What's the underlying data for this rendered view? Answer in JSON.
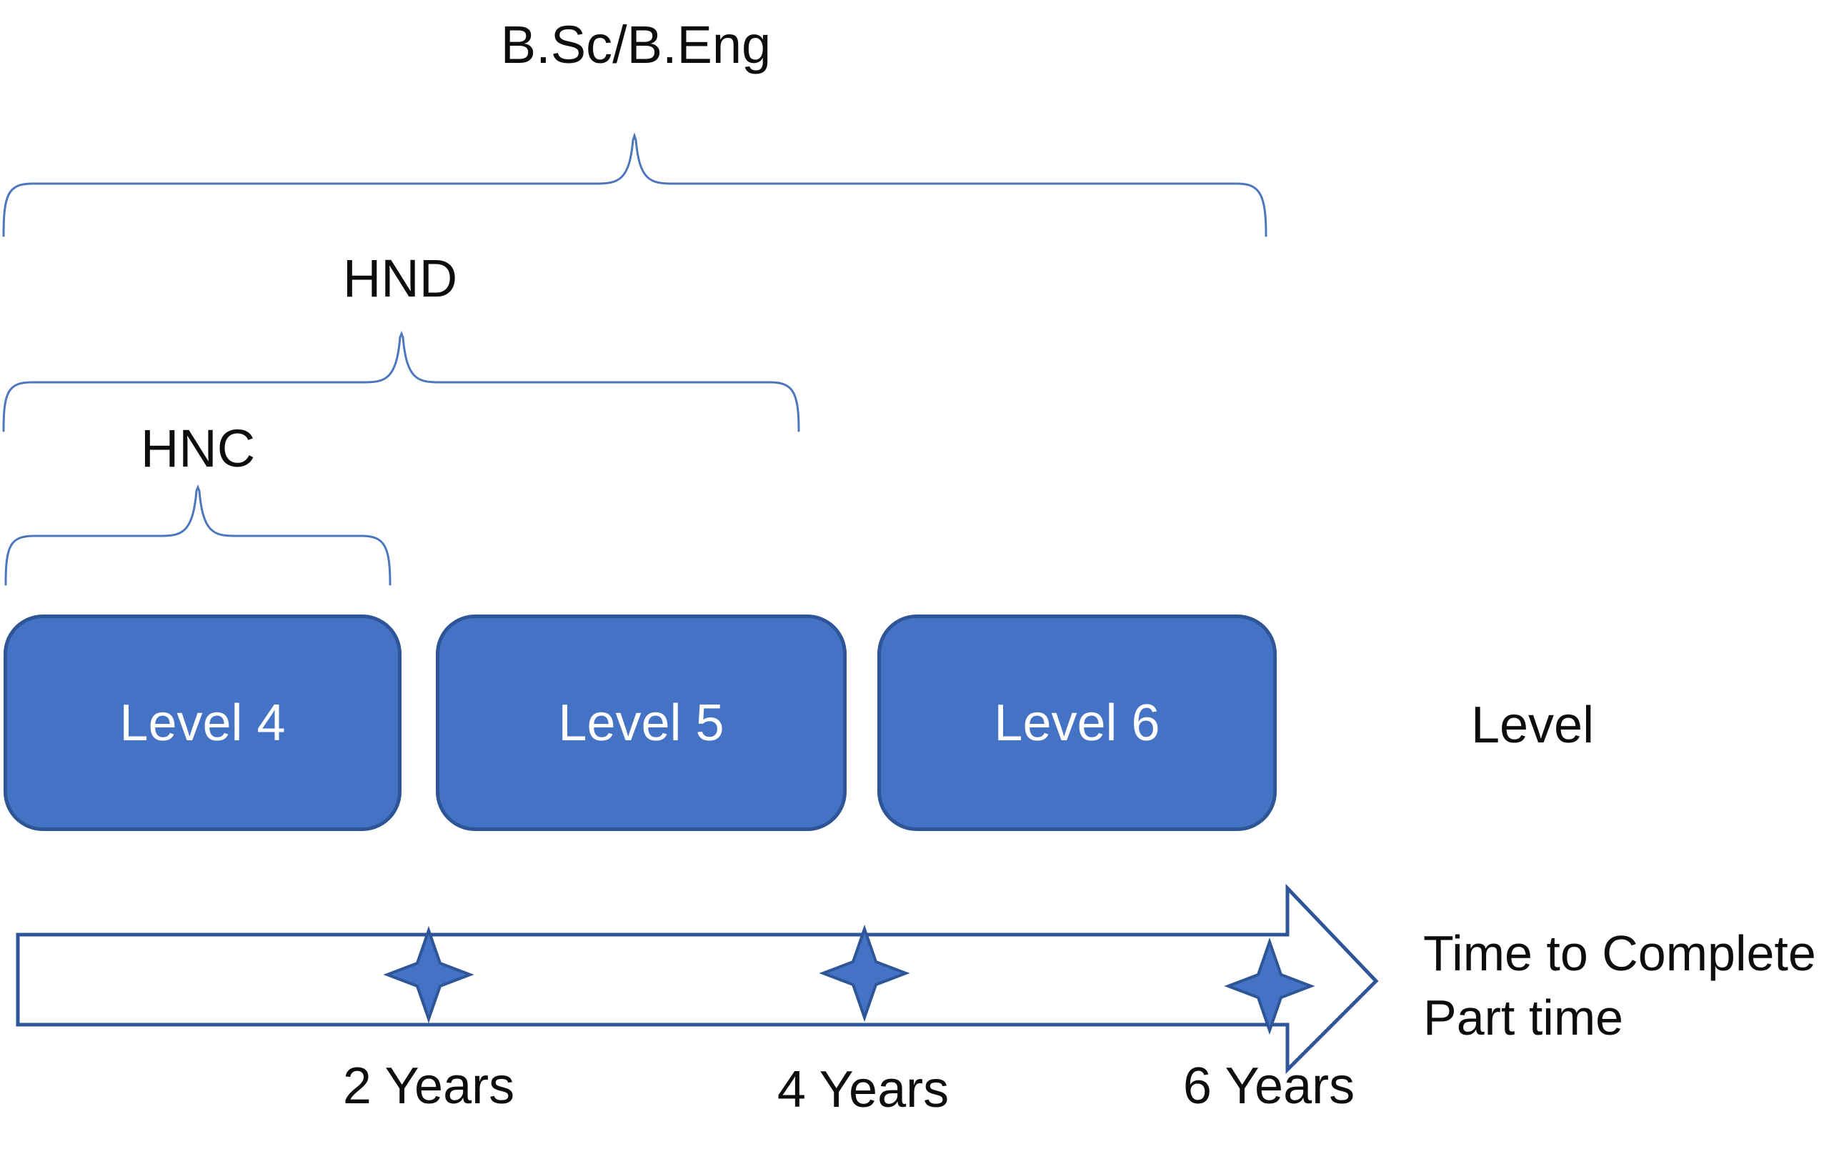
{
  "braces": {
    "bsc_label": "B.Sc/B.Eng",
    "hnd_label": "HND",
    "hnc_label": "HNC"
  },
  "levels": [
    {
      "label": "Level 4"
    },
    {
      "label": "Level 5"
    },
    {
      "label": "Level 6"
    }
  ],
  "axis_label": "Level",
  "timeline": {
    "milestones": [
      {
        "label": "2 Years"
      },
      {
        "label": "4 Years"
      },
      {
        "label": "6 Years"
      }
    ],
    "caption_line1": "Time to Complete",
    "caption_line2": "Part time"
  },
  "colors": {
    "box_fill": "#4472C4",
    "box_border": "#2E5597",
    "brace_stroke": "#4d77bd",
    "arrow_border": "#2E5597",
    "arrow_fill": "#ffffff",
    "star_fill": "#4472C4",
    "text": "#0d0d0d"
  }
}
